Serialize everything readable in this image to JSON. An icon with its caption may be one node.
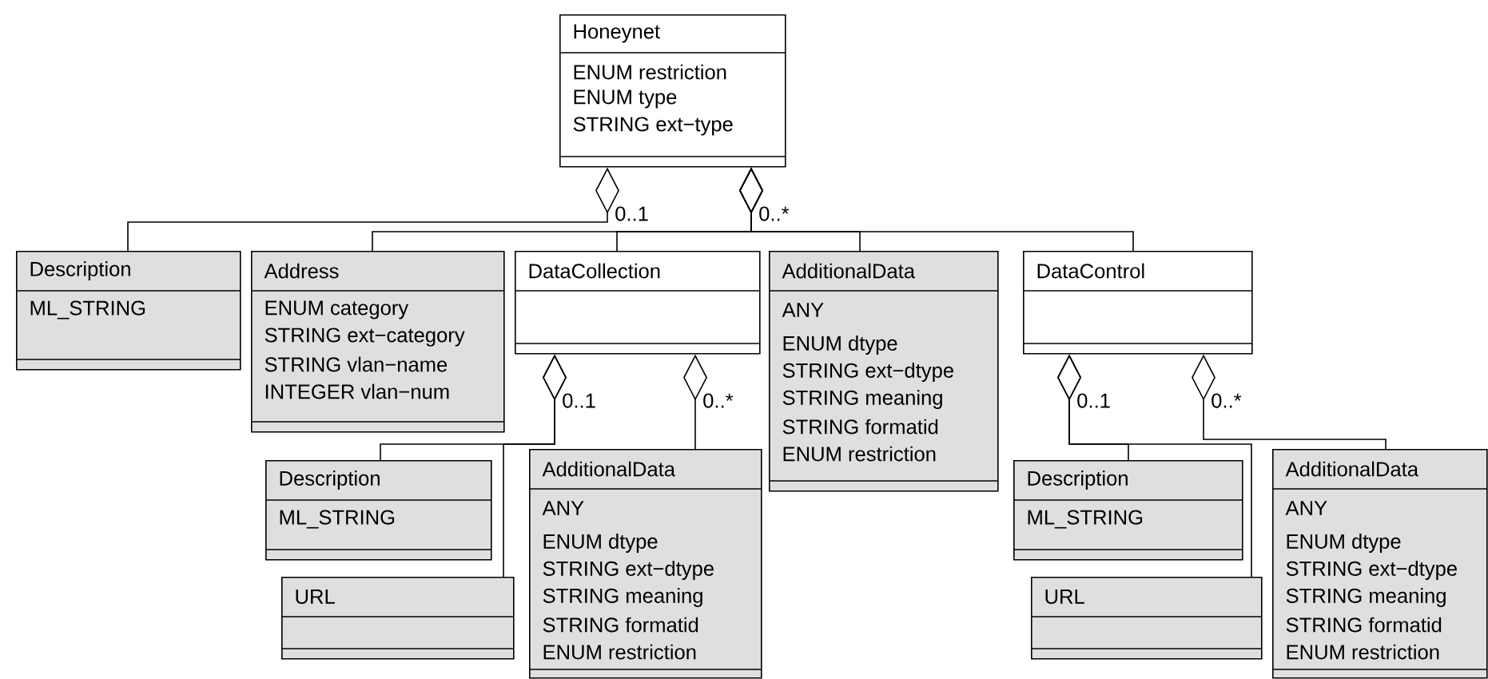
{
  "diagram": {
    "nodes": [
      {
        "text": [
          "Honeynet",
          "ENUM restriction",
          "ENUM type",
          "STRING ext−type"
        ]
      },
      {
        "text": [
          "Description",
          "ML_STRING"
        ]
      },
      {
        "text": [
          "Address",
          "ENUM category",
          "STRING ext−category",
          "STRING vlan−name",
          "INTEGER vlan−num"
        ]
      },
      {
        "text": [
          "DataCollection"
        ]
      },
      {
        "text": [
          "AdditionalData",
          "ANY",
          "ENUM dtype",
          "STRING ext−dtype",
          "STRING meaning",
          "STRING formatid",
          "ENUM restriction"
        ]
      },
      {
        "text": [
          "DataControl"
        ]
      },
      {
        "text": [
          "Description",
          "ML_STRING"
        ]
      },
      {
        "text": [
          "URL"
        ]
      },
      {
        "text": [
          "AdditionalData",
          "ANY",
          "ENUM dtype",
          "STRING ext−dtype",
          "STRING meaning",
          "STRING formatid",
          "ENUM restriction"
        ]
      },
      {
        "text": [
          "Description",
          "ML_STRING"
        ]
      },
      {
        "text": [
          "URL"
        ]
      },
      {
        "text": [
          "AdditionalData",
          "ANY",
          "ENUM dtype",
          "STRING ext−dtype",
          "STRING meaning",
          "STRING formatid",
          "ENUM restriction"
        ]
      }
    ],
    "edges": [
      {
        "from": 0,
        "to": 1,
        "arrow": "other",
        "label": "0..1"
      },
      {
        "from": 0,
        "to": 2,
        "arrow": "other",
        "label": "0..*"
      },
      {
        "from": 0,
        "to": 3,
        "arrow": "other"
      },
      {
        "from": 0,
        "to": 4,
        "arrow": "other"
      },
      {
        "from": 0,
        "to": 5,
        "arrow": "other"
      },
      {
        "from": 3,
        "to": 6,
        "arrow": "other",
        "label": "0..1"
      },
      {
        "from": 3,
        "to": 7,
        "arrow": "other"
      },
      {
        "from": 3,
        "to": 8,
        "arrow": "other",
        "label": "0..*"
      },
      {
        "from": 5,
        "to": 9,
        "arrow": "other",
        "label": "0..1"
      },
      {
        "from": 5,
        "to": 10,
        "arrow": "other"
      },
      {
        "from": 5,
        "to": 11,
        "arrow": "other",
        "label": "0..*"
      }
    ]
  }
}
